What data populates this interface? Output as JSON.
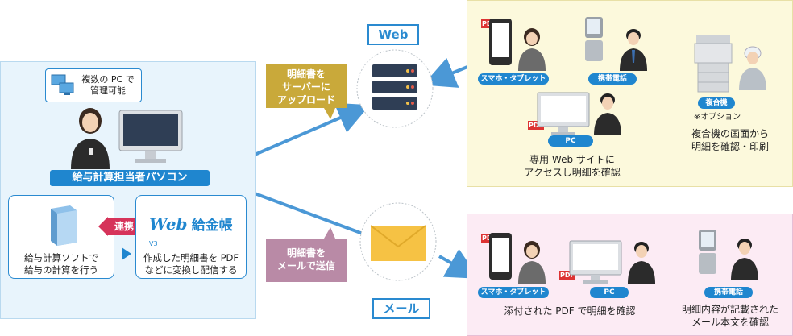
{
  "left": {
    "bubble_line1": "複数の PC で",
    "bubble_line2": "管理可能",
    "pc_label": "給与計算担当者パソコン",
    "link_label": "連携",
    "software_line1": "給与計算ソフトで",
    "software_line2": "給与の計算を行う",
    "web_logo_web": "Web",
    "web_logo_name": "給金帳",
    "web_logo_ver": "V3",
    "web_line1": "作成した明細書を PDF",
    "web_line2": "などに変換し配信する"
  },
  "callouts": {
    "upload_line1": "明細書を",
    "upload_line2": "サーバーに",
    "upload_line3": "アップロード",
    "mail_line1": "明細書を",
    "mail_line2": "メールで送信"
  },
  "labels": {
    "web": "Web",
    "mail": "メール"
  },
  "top_panel": {
    "pdf": "PDF",
    "smartphone": "スマホ・タブレット",
    "mobile": "携帯電話",
    "pc": "PC",
    "mfp": "複合機",
    "option": "※オプション",
    "web_line1": "専用 Web サイトに",
    "web_line2": "アクセスし明細を確認",
    "mfp_line1": "複合機の画面から",
    "mfp_line2": "明細を確認・印刷"
  },
  "bottom_panel": {
    "pdf": "PDF",
    "smartphone": "スマホ・タブレット",
    "pc": "PC",
    "mobile": "携帯電話",
    "attach_line": "添付された PDF で明細を確認",
    "mail_line1": "明細内容が記載された",
    "mail_line2": "メール本文を確認"
  },
  "colors": {
    "blue": "#2a8ad0",
    "gold": "#c9a93a",
    "mauve": "#b98aa6",
    "red": "#d6335a"
  }
}
